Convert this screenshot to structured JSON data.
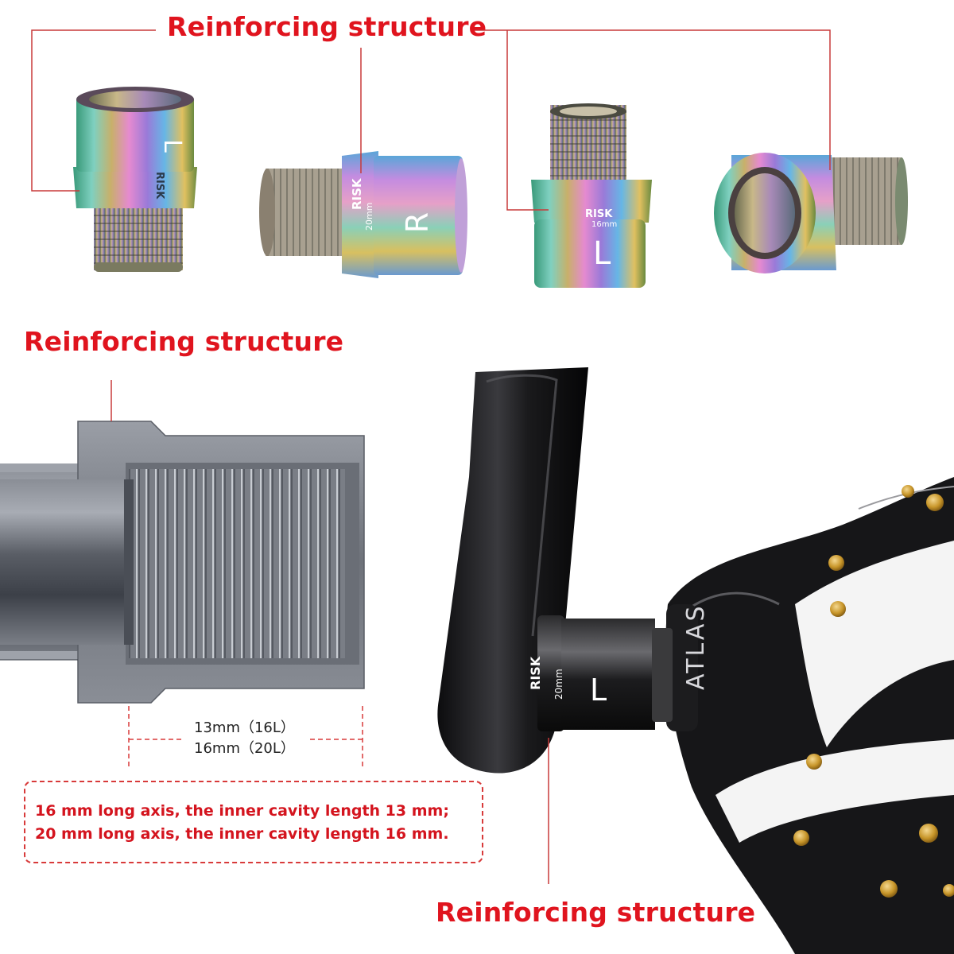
{
  "labels": {
    "top_title": "Reinforcing structure",
    "mid_title": "Reinforcing structure",
    "bottom_title": "Reinforcing structure"
  },
  "dimensions": {
    "line1": "13mm（16L）",
    "line2": "16mm（20L）"
  },
  "note": {
    "line1": "16 mm long axis, the inner cavity length 13 mm;",
    "line2": "20 mm long axis, the inner cavity length 16 mm."
  },
  "engravings": {
    "brand": "RISK",
    "size": "20mm",
    "size_small": "16mm",
    "right_mark": "R",
    "left_mark": "L",
    "pedal_brand": "ATLAS"
  },
  "colors": {
    "accent_red": "#e0141e",
    "leader_red": "#c83a3a"
  }
}
